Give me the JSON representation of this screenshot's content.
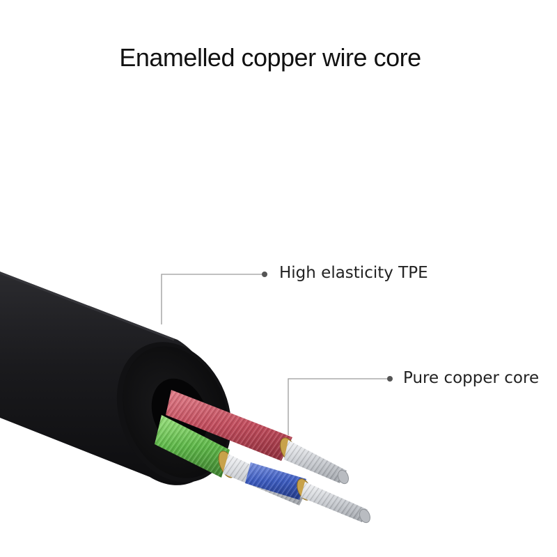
{
  "title": "Enamelled copper wire core",
  "callouts": [
    {
      "text": "High elasticity TPE"
    },
    {
      "text": "Pure copper core"
    }
  ],
  "colors": {
    "jacket": "#1c1c1f",
    "wire_red": "#c95a68",
    "wire_green": "#6fbf5a",
    "wire_blue": "#3f5fb8",
    "strand_silver": "#d9dce0",
    "enamel_gold": "#c8a24a",
    "leader_line": "#9a9a9a"
  }
}
